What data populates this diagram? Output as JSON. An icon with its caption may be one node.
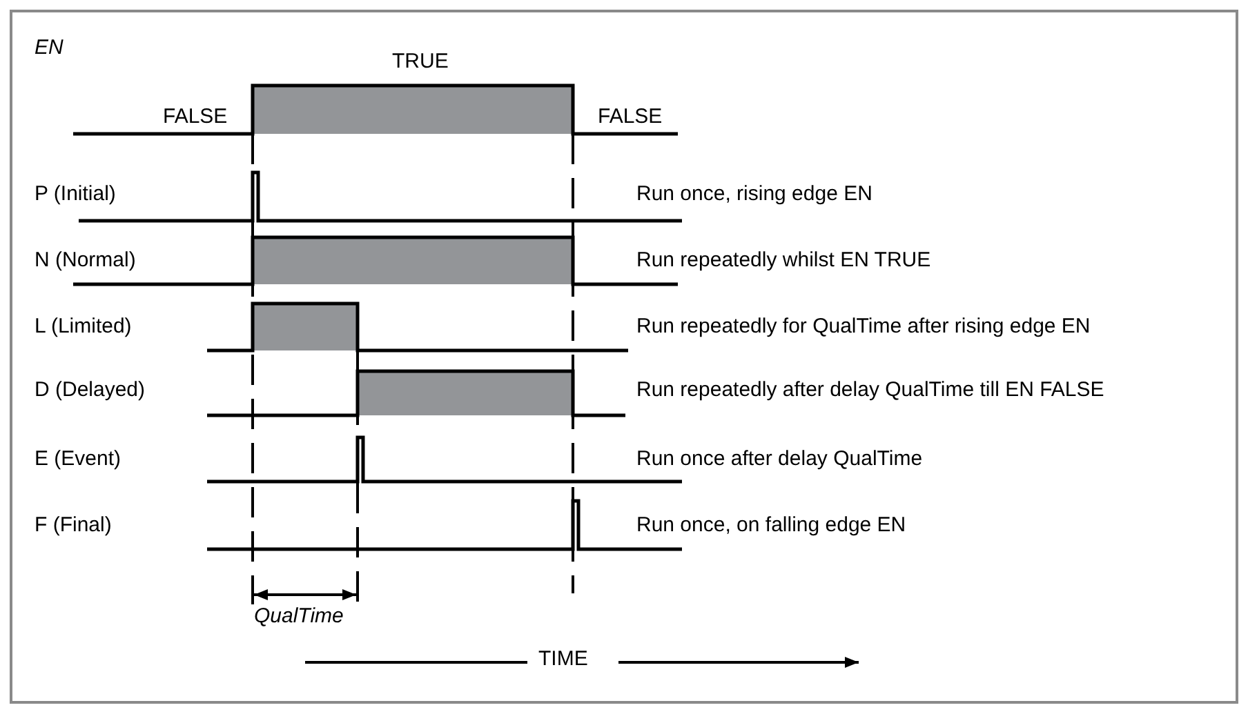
{
  "diagram": {
    "labels": [
      "TRUE",
      "EN",
      "FALSE",
      "FALSE",
      "P (Initial)",
      "Run once, rising edge EN",
      "N (Normal)",
      "Run repeatedly whilst EN TRUE",
      "L (Limited)",
      "Run repeatedly for QualTime after rising edge EN",
      "D (Delayed)",
      "Run repeatedly after delay QualTime till EN FALSE",
      "E (Event)",
      "Run once after delay QualTime",
      "F (Final)",
      "Run once, on falling edge EN",
      "QualTime",
      "TIME"
    ]
  }
}
